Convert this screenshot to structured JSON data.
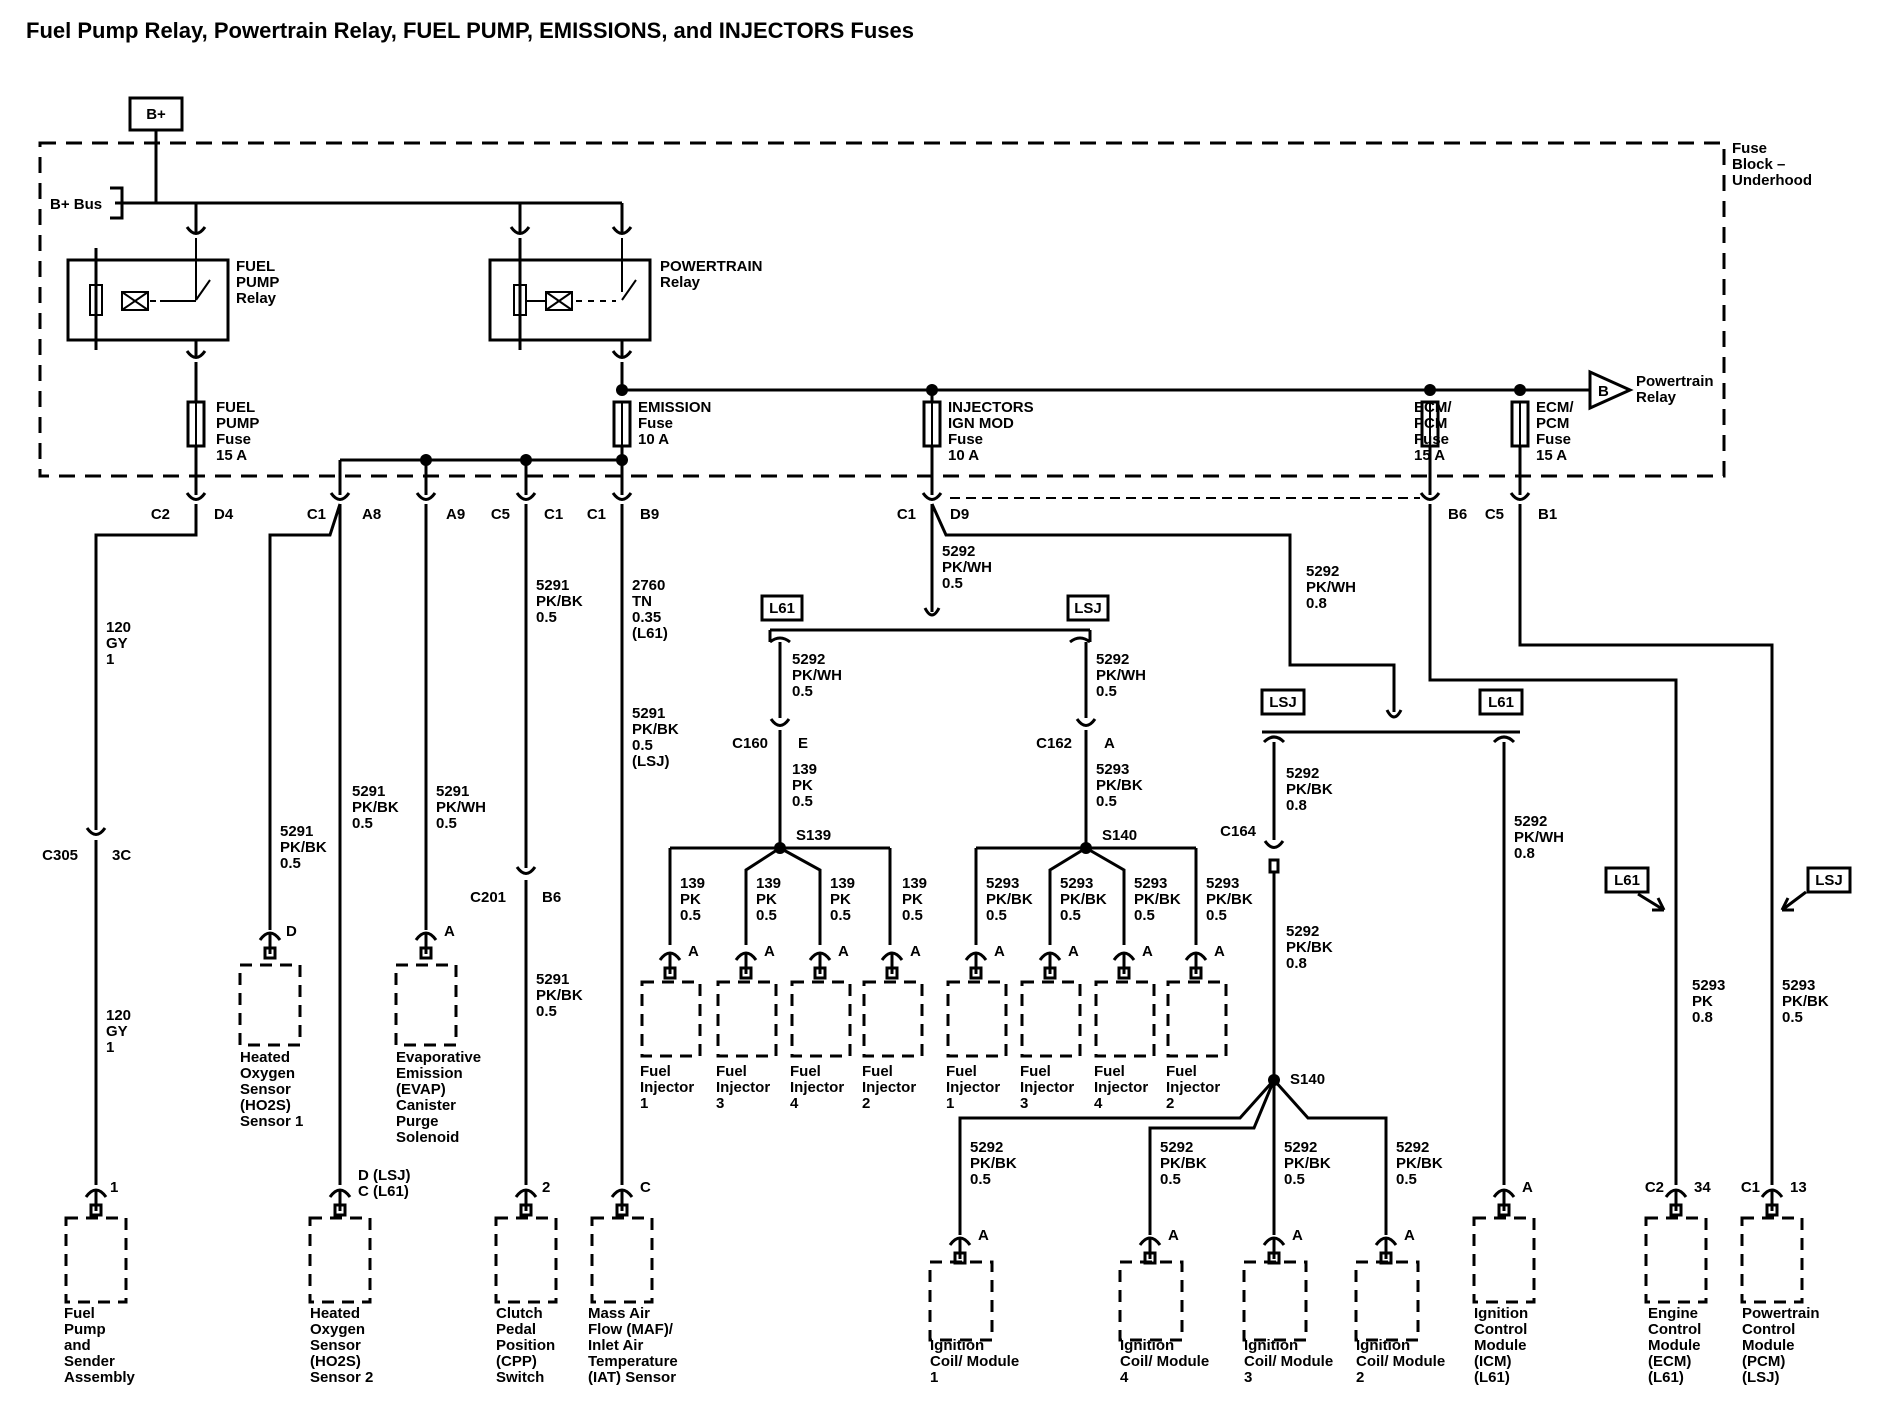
{
  "title": "Fuel Pump Relay, Powertrain Relay, FUEL PUMP, EMISSIONS, and INJECTORS Fuses",
  "supply": "B+",
  "fuse_block": [
    "Fuse",
    "Block –",
    "Underhood"
  ],
  "bplus_bus": "B+ Bus",
  "relays": {
    "fuel_pump": [
      "FUEL",
      "PUMP",
      "Relay"
    ],
    "powertrain": [
      "POWERTRAIN",
      "Relay"
    ]
  },
  "fuses": {
    "fuel_pump": [
      "FUEL",
      "PUMP",
      "Fuse",
      "15 A"
    ],
    "emission": [
      "EMISSION",
      "Fuse",
      "10 A"
    ],
    "injectors": [
      "INJECTORS",
      "IGN MOD",
      "Fuse",
      "10 A"
    ],
    "ecm1": [
      "ECM/",
      "PCM",
      "Fuse",
      "15 A"
    ],
    "ecm2": [
      "ECM/",
      "PCM",
      "Fuse",
      "15 A"
    ]
  },
  "offpage": {
    "letter": "B",
    "label": [
      "Powertrain",
      "Relay"
    ]
  },
  "connectors": {
    "c2": "C2",
    "d4": "D4",
    "c1a": "C1",
    "a8": "A8",
    "a9": "A9",
    "c5a": "C5",
    "c1b": "C1",
    "c1c": "C1",
    "b9": "B9",
    "c1d": "C1",
    "d9": "D9",
    "b6": "B6",
    "c5b": "C5",
    "b1": "B1",
    "c305": "C305",
    "c305_pin": "3C",
    "c201": "C201",
    "c201_pin": "B6",
    "c160": "C160",
    "c160_pin": "E",
    "c162": "C162",
    "c162_pin": "A",
    "c164": "C164",
    "s139": "S139",
    "s140a": "S140",
    "s140b": "S140"
  },
  "options": {
    "l61a": "L61",
    "lsja": "LSJ",
    "lsjb": "LSJ",
    "l61b": "L61",
    "l61c": "L61",
    "lsjc": "LSJ"
  },
  "wires": {
    "w120a": [
      "120",
      "GY",
      "1"
    ],
    "w120b": [
      "120",
      "GY",
      "1"
    ],
    "w5291_ho1": [
      "5291",
      "PK/BK",
      "0.5"
    ],
    "w5291_ho2": [
      "5291",
      "PK/BK",
      "0.5"
    ],
    "w5291_evap": [
      "5291",
      "PK/WH",
      "0.5"
    ],
    "w5291_c5": [
      "5291",
      "PK/BK",
      "0.5"
    ],
    "w5291_cpp": [
      "5291",
      "PK/BK",
      "0.5"
    ],
    "w2760": [
      "2760",
      "TN",
      "0.35",
      "(L61)"
    ],
    "w5291_lsj": [
      "5291",
      "PK/BK",
      "0.5",
      "(LSJ)"
    ],
    "w5292_main": [
      "5292",
      "PK/WH",
      "0.5"
    ],
    "w5292_right": [
      "5292",
      "PK/WH",
      "0.8"
    ],
    "w5292_l61": [
      "5292",
      "PK/WH",
      "0.5"
    ],
    "w5292_lsj": [
      "5292",
      "PK/WH",
      "0.5"
    ],
    "w139": [
      "139",
      "PK",
      "0.5"
    ],
    "w5293_c162": [
      "5293",
      "PK/BK",
      "0.5"
    ],
    "w139_inj": [
      "139",
      "PK",
      "0.5"
    ],
    "w5293_inj": [
      "5293",
      "PK/BK",
      "0.5"
    ],
    "w5292_c164a": [
      "5292",
      "PK/BK",
      "0.8"
    ],
    "w5292_c164b": [
      "5292",
      "PK/BK",
      "0.8"
    ],
    "w5292_icm": [
      "5292",
      "PK/WH",
      "0.8"
    ],
    "w5292_coil": [
      "5292",
      "PK/BK",
      "0.5"
    ],
    "w5293_ecm": [
      "5293",
      "PK",
      "0.8"
    ],
    "w5293_pcm": [
      "5293",
      "PK/BK",
      "0.5"
    ]
  },
  "pins": {
    "d": "D",
    "a": "A",
    "one": "1",
    "two": "2",
    "c": "C",
    "ho2": [
      "D (LSJ)",
      "C (L61)"
    ],
    "c2": "C2",
    "p34": "34",
    "c1": "C1",
    "p13": "13"
  },
  "components": {
    "fuel_pump": [
      "Fuel",
      "Pump",
      "and",
      "Sender",
      "Assembly"
    ],
    "ho2s1": [
      "Heated",
      "Oxygen",
      "Sensor",
      "(HO2S)",
      "Sensor 1"
    ],
    "ho2s2": [
      "Heated",
      "Oxygen",
      "Sensor",
      "(HO2S)",
      "Sensor 2"
    ],
    "evap": [
      "Evaporative",
      "Emission",
      "(EVAP)",
      "Canister",
      "Purge",
      "Solenoid"
    ],
    "cpp": [
      "Clutch",
      "Pedal",
      "Position",
      "(CPP)",
      "Switch"
    ],
    "maf": [
      "Mass Air",
      "Flow (MAF)/",
      "Inlet Air",
      "Temperature",
      "(IAT) Sensor"
    ],
    "inj_a": [
      [
        "Fuel",
        "Injector",
        "1"
      ],
      [
        "Fuel",
        "Injector",
        "3"
      ],
      [
        "Fuel",
        "Injector",
        "4"
      ],
      [
        "Fuel",
        "Injector",
        "2"
      ]
    ],
    "inj_b": [
      [
        "Fuel",
        "Injector",
        "1"
      ],
      [
        "Fuel",
        "Injector",
        "3"
      ],
      [
        "Fuel",
        "Injector",
        "4"
      ],
      [
        "Fuel",
        "Injector",
        "2"
      ]
    ],
    "coils": [
      [
        "Ignition",
        "Coil/ Module",
        "1"
      ],
      [
        "Ignition",
        "Coil/ Module",
        "4"
      ],
      [
        "Ignition",
        "Coil/ Module",
        "3"
      ],
      [
        "Ignition",
        "Coil/ Module",
        "2"
      ]
    ],
    "icm": [
      "Ignition",
      "Control",
      "Module",
      "(ICM)",
      "(L61)"
    ],
    "ecm": [
      "Engine",
      "Control",
      "Module",
      "(ECM)",
      "(L61)"
    ],
    "pcm": [
      "Powertrain",
      "Control",
      "Module",
      "(PCM)",
      "(LSJ)"
    ]
  }
}
